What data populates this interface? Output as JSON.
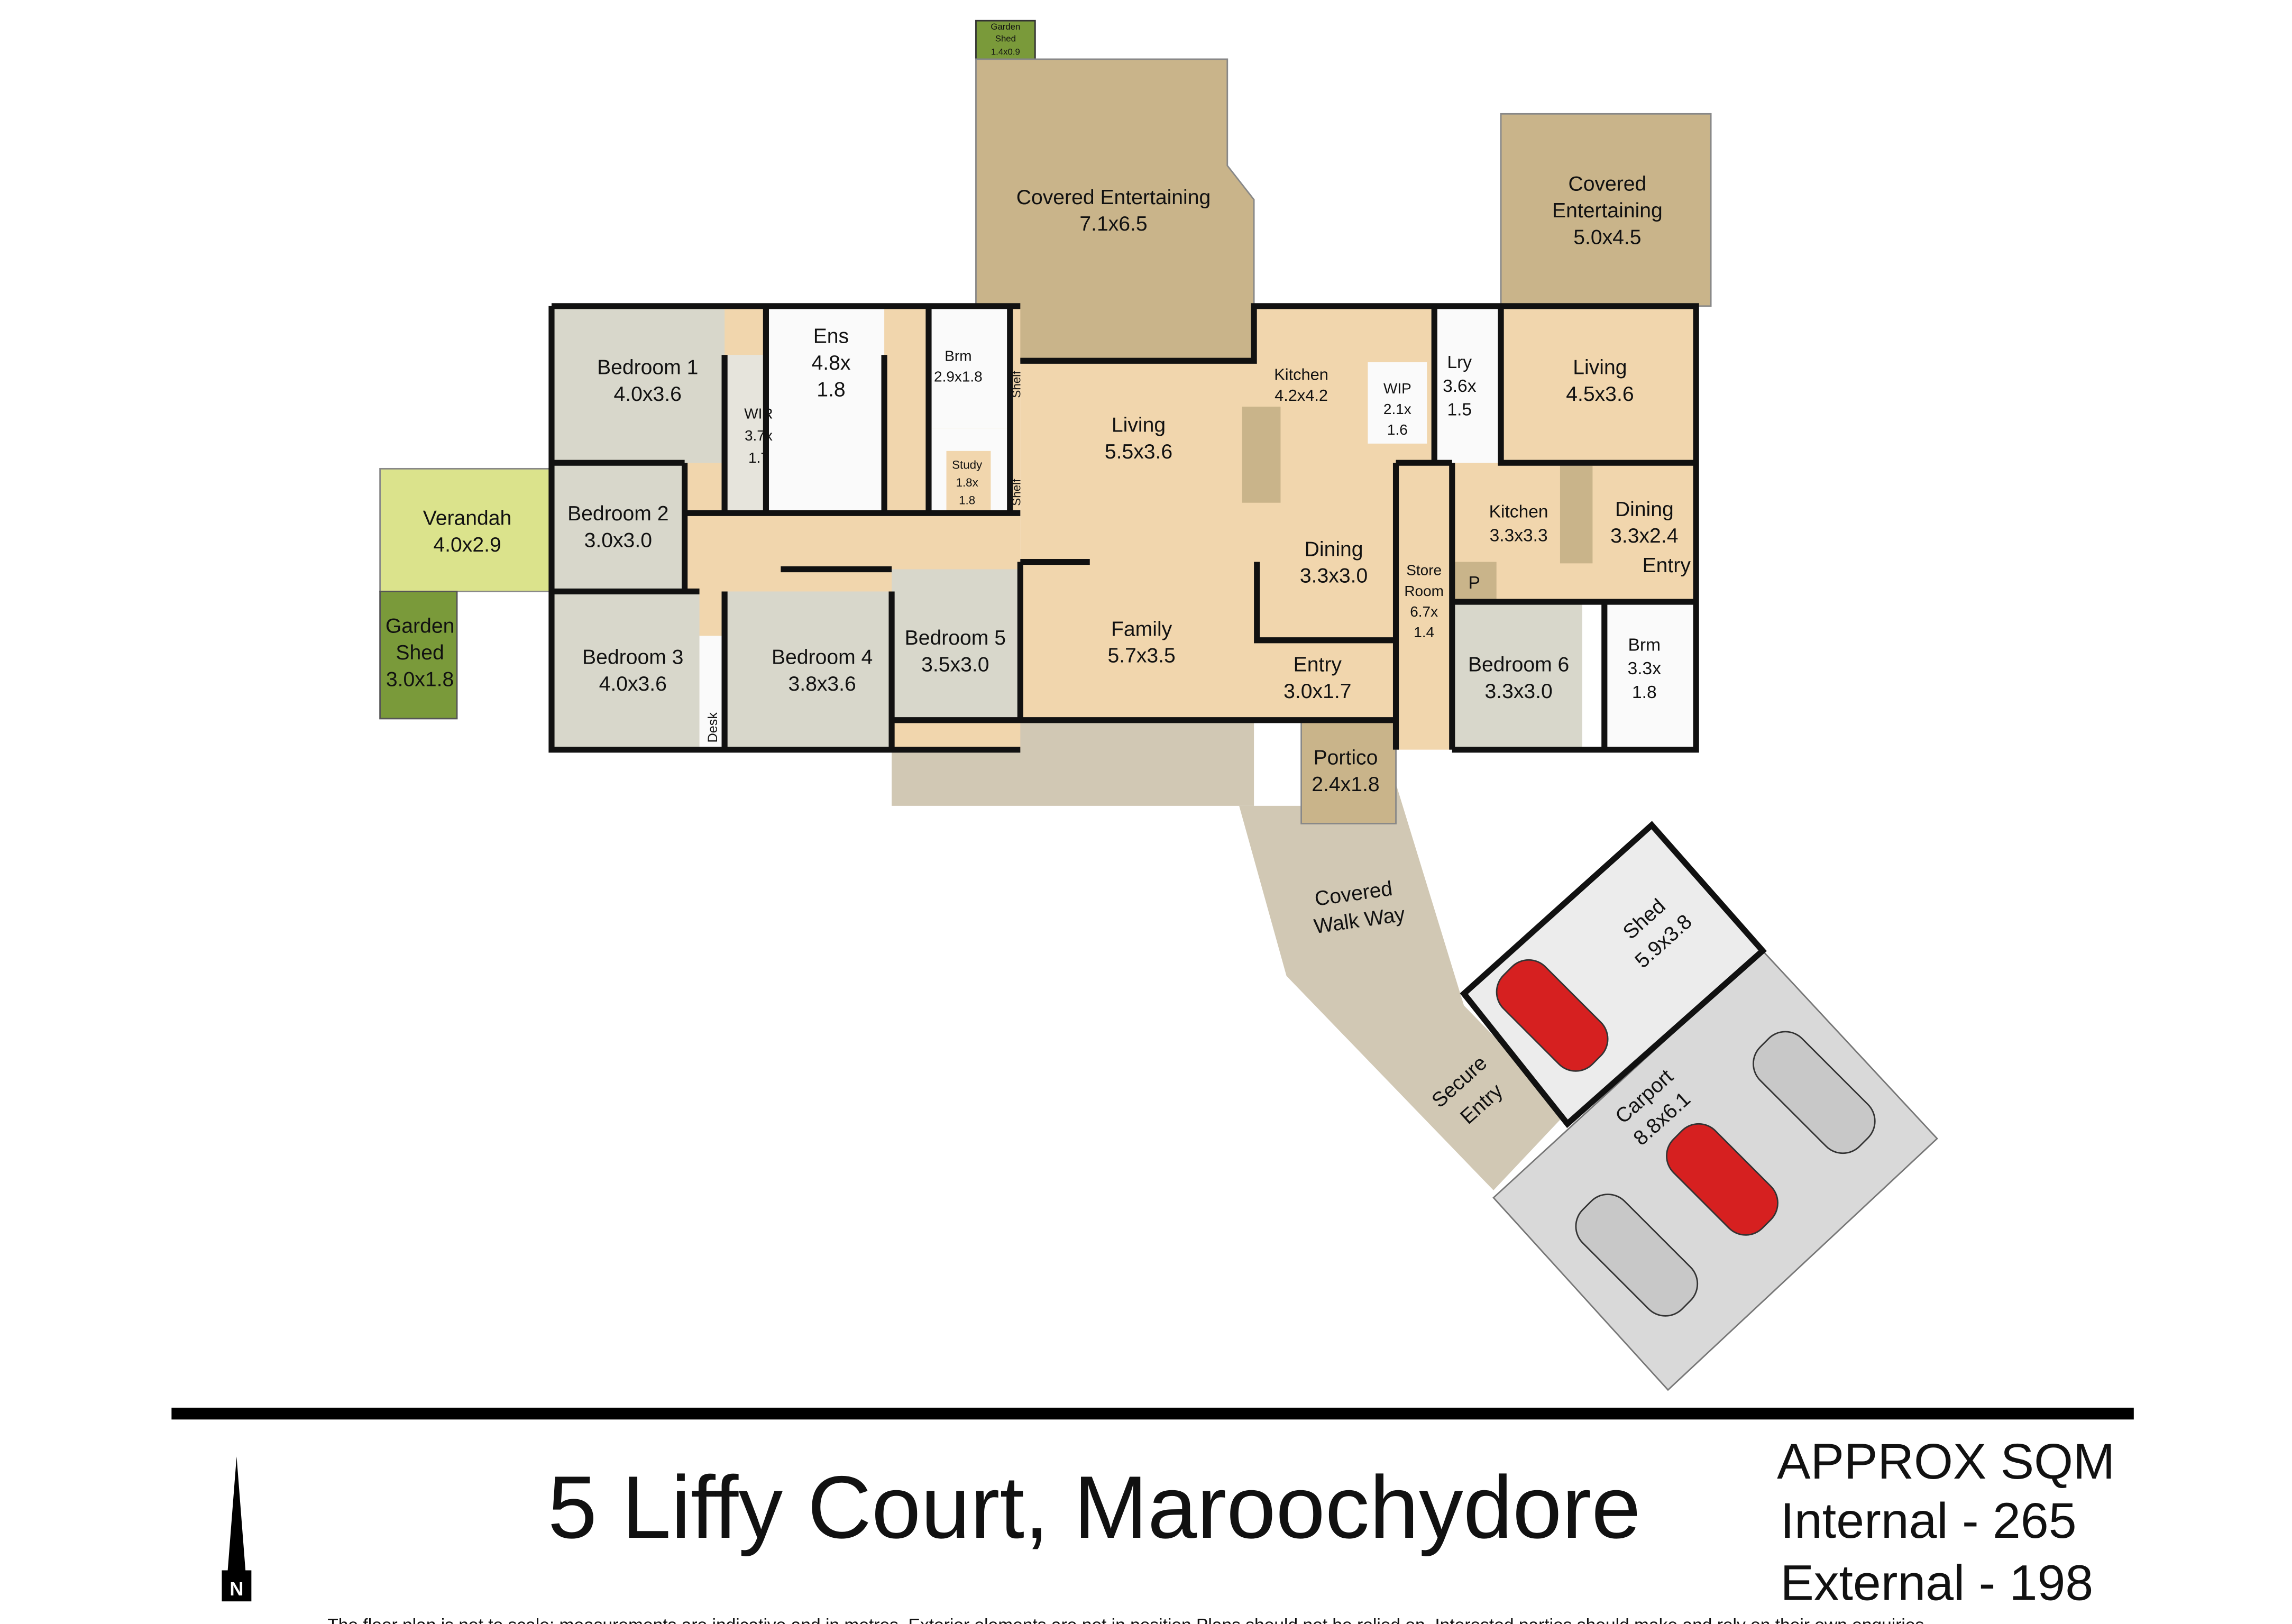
{
  "rooms": {
    "garden_shed_small": {
      "name": "Garden",
      "name2": "Shed",
      "dims": "1.4x0.9"
    },
    "covered_ent_1": {
      "name": "Covered Entertaining",
      "dims": "7.1x6.5"
    },
    "covered_ent_2": {
      "name": "Covered",
      "name2": "Entertaining",
      "dims": "5.0x4.5"
    },
    "bedroom1": {
      "name": "Bedroom 1",
      "dims": "4.0x3.6"
    },
    "wir": {
      "name": "WIR",
      "dims1": "3.7x",
      "dims2": "1.7"
    },
    "ens": {
      "name": "Ens",
      "dims1": "4.8x",
      "dims2": "1.8"
    },
    "brm1": {
      "name": "Brm",
      "dims": "2.9x1.8"
    },
    "study": {
      "name": "Study",
      "dims1": "1.8x",
      "dims2": "1.8"
    },
    "shelf": "Shelf",
    "living1": {
      "name": "Living",
      "dims": "5.5x3.6"
    },
    "kitchen1": {
      "name": "Kitchen",
      "dims": "4.2x4.2"
    },
    "wip": {
      "name": "WIP",
      "dims1": "2.1x",
      "dims2": "1.6"
    },
    "lry": {
      "name": "Lry",
      "dims1": "3.6x",
      "dims2": "1.5"
    },
    "living2": {
      "name": "Living",
      "dims": "4.5x3.6"
    },
    "verandah": {
      "name": "Verandah",
      "dims": "4.0x2.9"
    },
    "bedroom2": {
      "name": "Bedroom 2",
      "dims": "3.0x3.0"
    },
    "garden_shed": {
      "name": "Garden",
      "name2": "Shed",
      "dims": "3.0x1.8"
    },
    "bedroom3": {
      "name": "Bedroom 3",
      "dims": "4.0x3.6"
    },
    "desk": "Desk",
    "bedroom4": {
      "name": "Bedroom 4",
      "dims": "3.8x3.6"
    },
    "bedroom5": {
      "name": "Bedroom 5",
      "dims": "3.5x3.0"
    },
    "family": {
      "name": "Family",
      "dims": "5.7x3.5"
    },
    "dining1": {
      "name": "Dining",
      "dims": "3.3x3.0"
    },
    "entry1": {
      "name": "Entry",
      "dims": "3.0x1.7"
    },
    "store": {
      "name": "Store",
      "name2": "Room",
      "dims1": "6.7x",
      "dims2": "1.4"
    },
    "kitchen2": {
      "name": "Kitchen",
      "dims": "3.3x3.3"
    },
    "pantry": "P",
    "dining2": {
      "name": "Dining",
      "dims": "3.3x2.4",
      "extra": "Entry"
    },
    "bedroom6": {
      "name": "Bedroom 6",
      "dims": "3.3x3.0"
    },
    "brm2": {
      "name": "Brm",
      "dims1": "3.3x",
      "dims2": "1.8"
    },
    "portico": {
      "name": "Portico",
      "dims": "2.4x1.8"
    },
    "walkway": {
      "name": "Covered",
      "name2": "Walk Way"
    },
    "shed": {
      "name": "Shed",
      "dims": "5.9x3.8"
    },
    "secure_entry": {
      "name": "Secure",
      "name2": "Entry"
    },
    "carport": {
      "name": "Carport",
      "dims": "8.8x6.1"
    }
  },
  "footer": {
    "address": "5 Liffy Court, Maroochydore",
    "north": "N",
    "sqm_title": "APPROX SQM",
    "internal": "Internal - 265",
    "external": "External - 198",
    "disclaimer": "The floor plan is not to scale; measurements are indicative and in metres. Exterior elements are not in position.Plans should not be relied on. Interested parties should make and rely on their own enquiries."
  },
  "colors": {
    "covered": "#c9b48a",
    "interior": "#f1d6ad",
    "bedroom": "#d8d7cb",
    "verandah": "#dbe38c",
    "garden": "#7a9a3a",
    "patio": "#d1c8b4",
    "carport": "#d9d9d9"
  }
}
